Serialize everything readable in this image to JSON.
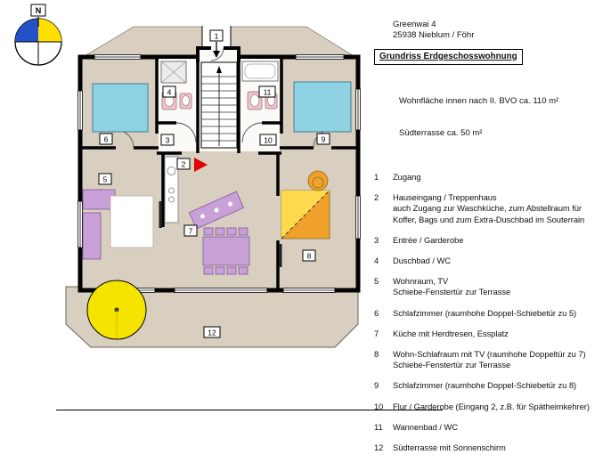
{
  "address": {
    "line1": "Greenwai 4",
    "line2": "25938 Nieblum / Föhr"
  },
  "title": "Grundriss Erdgeschosswohnung",
  "area": {
    "line1": "Wohnfläche innen nach II. BVO ca. 110 m²",
    "line2": "Südterrasse ca. 50 m²"
  },
  "legend": [
    {
      "num": "1",
      "text": "Zugang"
    },
    {
      "num": "2",
      "text": "Hauseingang / Treppenhaus\nauch Zugang zur Waschküche, zum Abstellraum für\nKoffer, Bags und zum Extra-Duschbad im Souterrain"
    },
    {
      "num": "3",
      "text": "Entrée / Garderobe"
    },
    {
      "num": "4",
      "text": "Duschbad / WC"
    },
    {
      "num": "5",
      "text": "Wohnraum, TV\nSchiebe-Fenstertür zur Terrasse"
    },
    {
      "num": "6",
      "text": "Schlafzimmer (raumhohe Doppel-Schiebetür zu 5)"
    },
    {
      "num": "7",
      "text": "Küche mit Herdtresen, Essplatz"
    },
    {
      "num": "8",
      "text": "Wohn-Schlafraum mit TV (raumhohe Doppeltür zu 7)\nSchiebe-Fenstertür zur Terrasse"
    },
    {
      "num": "9",
      "text": "Schlafzimmer (raumhohe Doppel-Schiebetür zu 8)"
    },
    {
      "num": "10",
      "text": "Flur / Garderobe (Eingang 2, z.B. für Spätheimkehrer)"
    },
    {
      "num": "11",
      "text": "Wannenbad / WC"
    },
    {
      "num": "12",
      "text": "Südterrasse mit Sonnenschirm"
    }
  ],
  "plan": {
    "compass_label": "N",
    "labels": [
      "1",
      "2",
      "3",
      "4",
      "5",
      "6",
      "7",
      "8",
      "9",
      "10",
      "11",
      "12"
    ],
    "colors": {
      "floor": "#d9cfc1",
      "bed": "#8fd2e3",
      "sofa": "#c9a1d8",
      "umbrella": "#f4e400",
      "orange": "#f0a12c",
      "yellow": "#ffd94d",
      "fixture": "#f3c3cb",
      "red": "#e60000",
      "compass_blue": "#2351c8",
      "compass_yellow": "#ffdf00"
    }
  }
}
